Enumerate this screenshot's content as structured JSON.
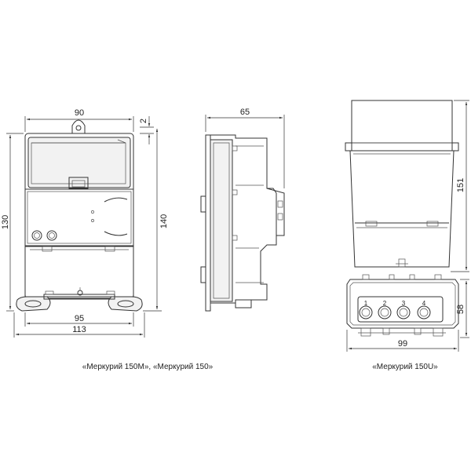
{
  "dimensions": {
    "front_width": "90",
    "front_gap": "2",
    "front_height_total": "130",
    "front_height_right": "140",
    "front_base_width": "95",
    "front_overall_width": "113",
    "side_depth": "65",
    "u_top_height": "151",
    "u_bottom_height": "58",
    "u_width": "99"
  },
  "terminals": [
    "1",
    "2",
    "3",
    "4"
  ],
  "captions": {
    "left": "«Меркурий 150М», «Меркурий 150»",
    "right": "«Меркурий 150U»"
  }
}
